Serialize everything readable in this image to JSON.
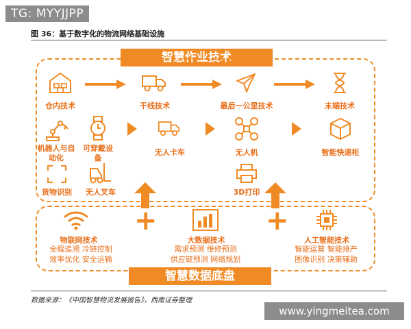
{
  "watermark_top": "TG: MYYJJPP",
  "figure_title": "图 36：基于数字化的物流网络基础设施",
  "top_banner": "智慧作业技术",
  "bottom_banner": "智慧数据底盘",
  "ops": {
    "warehouse": "仓内技术",
    "trunk": "干线技术",
    "last_mile": "最后一公里技术",
    "terminal": "末端技术",
    "robot": "机器人与自动化",
    "wearable": "可穿戴设备",
    "truck": "无人卡车",
    "drone": "无人机",
    "locker": "智能快递柜",
    "goods_id": "货物识别",
    "forklift": "无人叉车",
    "printing": "3D打印"
  },
  "base": {
    "iot_title": "物联网技术",
    "iot_line1": "全程追溯 冷链控制",
    "iot_line2": "效率优化 安全运输",
    "bigdata_title": "大数据技术",
    "bigdata_line1": "需求预测 维修预测",
    "bigdata_line2": "供应链预测 网络规划",
    "ai_title": "人工智能技术",
    "ai_line1": "智能运营 智能排产",
    "ai_line2": "图像识别 决策辅助"
  },
  "source": "数据来源：《中国智慧物流发展报告》，西南证券整理",
  "watermark_bottom": "www.yingmeitea.com",
  "colors": {
    "accent": "#f08a24",
    "text_accent": "#e86f1a"
  }
}
